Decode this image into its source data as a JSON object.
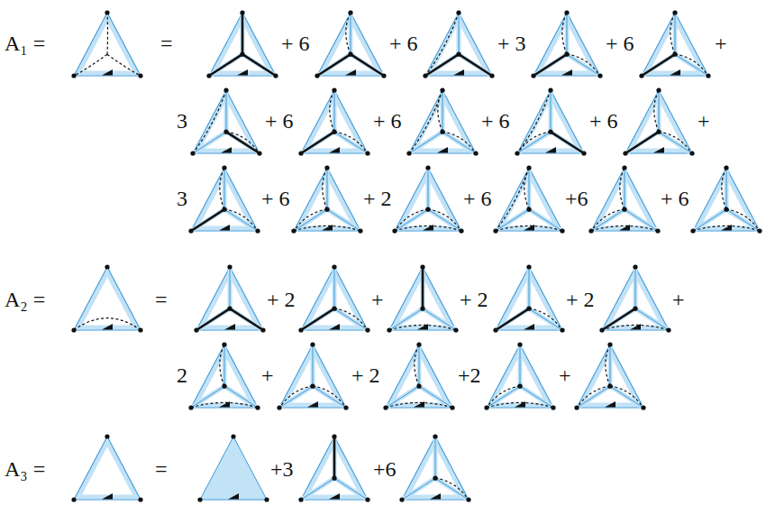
{
  "diagram": {
    "labels": [
      "A₁ =",
      "=",
      "+ 6",
      "+ 6",
      "+ 3",
      "+ 6",
      "+",
      "3",
      "+ 6",
      "+ 6",
      "+ 6",
      "+ 6",
      "+",
      "3",
      "+ 6",
      "+ 2",
      "+ 6",
      "+6",
      "+ 6",
      "A₂ =",
      "=",
      "+ 2",
      "+",
      "+ 2",
      "+ 2",
      "+",
      "2",
      "+",
      "+ 2",
      "+2",
      "+",
      "A₃ =",
      "=",
      "+3",
      "+6"
    ]
  }
}
